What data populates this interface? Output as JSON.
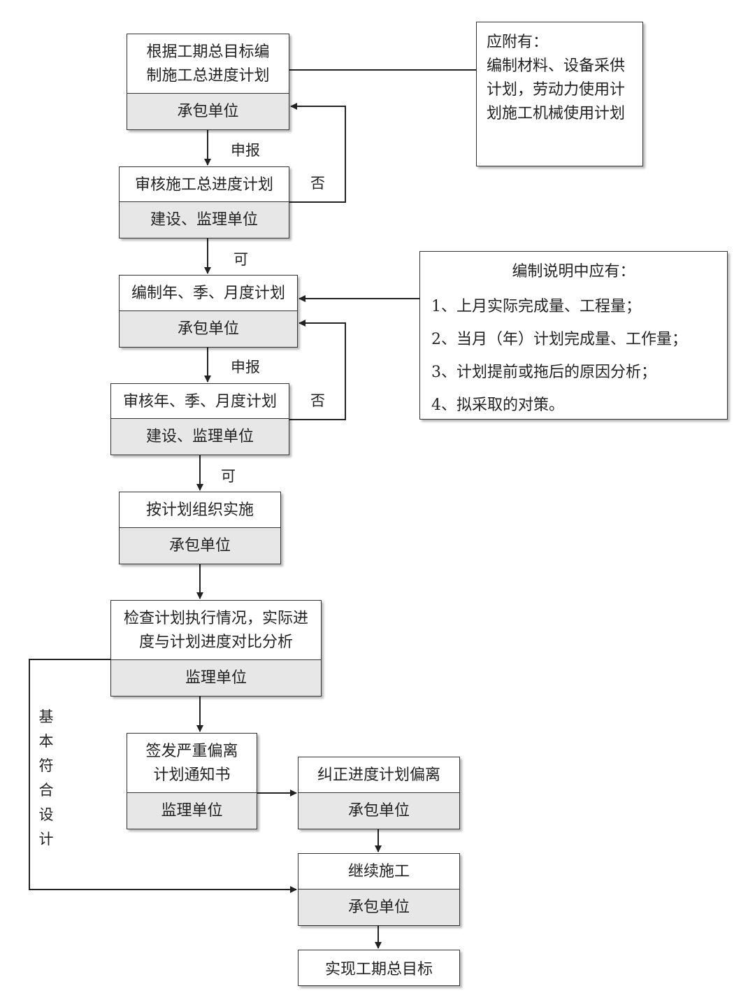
{
  "steps": {
    "compile_master_plan": {
      "title": "根据工期总目标编制施工总进度计划",
      "unit": "承包单位"
    },
    "review_master_plan": {
      "title": "审核施工总进度计划",
      "unit": "建设、监理单位"
    },
    "compile_periodic_plan": {
      "title": "编制年、季、月度计划",
      "unit": "承包单位"
    },
    "review_periodic_plan": {
      "title": "审核年、季、月度计划",
      "unit": "建设、监理单位"
    },
    "implement_plan": {
      "title": "按计划组织实施",
      "unit": "承包单位"
    },
    "check_execution": {
      "title": "检查计划执行情况，实际进度与计划进度对比分析",
      "unit": "监理单位"
    },
    "issue_deviation_notice": {
      "title": "签发严重偏离计划通知书",
      "unit": "监理单位"
    },
    "correct_deviation": {
      "title": "纠正进度计划偏离",
      "unit": "承包单位"
    },
    "continue_construction": {
      "title": "继续施工",
      "unit": "承包单位"
    },
    "achieve_goal": {
      "title": "实现工期总目标"
    }
  },
  "edge_labels": {
    "submit_1": "申报",
    "reject_1": "否",
    "approve_1": "可",
    "submit_2": "申报",
    "reject_2": "否",
    "approve_2": "可",
    "conform_design": "基本符合设计"
  },
  "notes": {
    "attachments": {
      "title": "应附有：",
      "body": "编制材料、设备采供计划，劳动力使用计划施工机械使用计划"
    },
    "compile_instructions": {
      "title": "编制说明中应有：",
      "items": [
        "1、上月实际完成量、工程量；",
        "2、当月（年）计划完成量、工作量；",
        "3、计划提前或拖后的原因分析；",
        "4、拟采取的对策。"
      ]
    }
  }
}
